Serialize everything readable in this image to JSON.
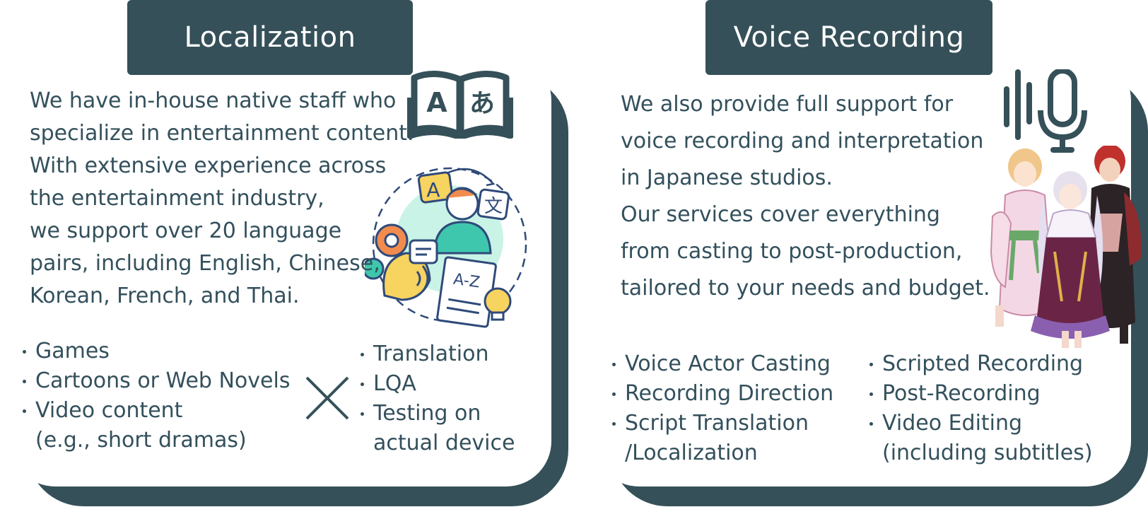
{
  "localization": {
    "title": "Localization",
    "description_lines": [
      "We have in-house native staff who",
      "specialize in entertainment content.",
      "With extensive experience across",
      "the entertainment industry,",
      "we support over 20 language",
      "pairs, including English, Chinese,",
      "Korean, French, and Thai."
    ],
    "content_types": [
      [
        "Games"
      ],
      [
        "Cartoons or Web Novels"
      ],
      [
        "Video content",
        "(e.g., short dramas)"
      ]
    ],
    "services": [
      [
        "Translation"
      ],
      [
        "LQA"
      ],
      [
        "Testing on",
        "actual device"
      ]
    ],
    "icon_letters": [
      "A",
      "あ"
    ],
    "illustration_letters": [
      "A",
      "文",
      "A-Z"
    ]
  },
  "voice_recording": {
    "title": "Voice Recording",
    "description_lines": [
      "We also provide full support for",
      "voice recording and interpretation",
      "in Japanese studios.",
      "Our services cover everything",
      "from casting to post-production,",
      "tailored to your needs and budget."
    ],
    "services_left": [
      [
        "Voice Actor Casting"
      ],
      [
        "Recording Direction"
      ],
      [
        "Script Translation",
        "/Localization"
      ]
    ],
    "services_right": [
      [
        "Scripted Recording"
      ],
      [
        "Post-Recording"
      ],
      [
        "Video Editing",
        "(including subtitles)"
      ]
    ]
  },
  "colors": {
    "primary": "#355059",
    "text": "#33505c",
    "mint": "#c9f3e6",
    "yellow": "#f7d35f",
    "orange": "#f28b4e",
    "teal": "#3fc7ad"
  }
}
